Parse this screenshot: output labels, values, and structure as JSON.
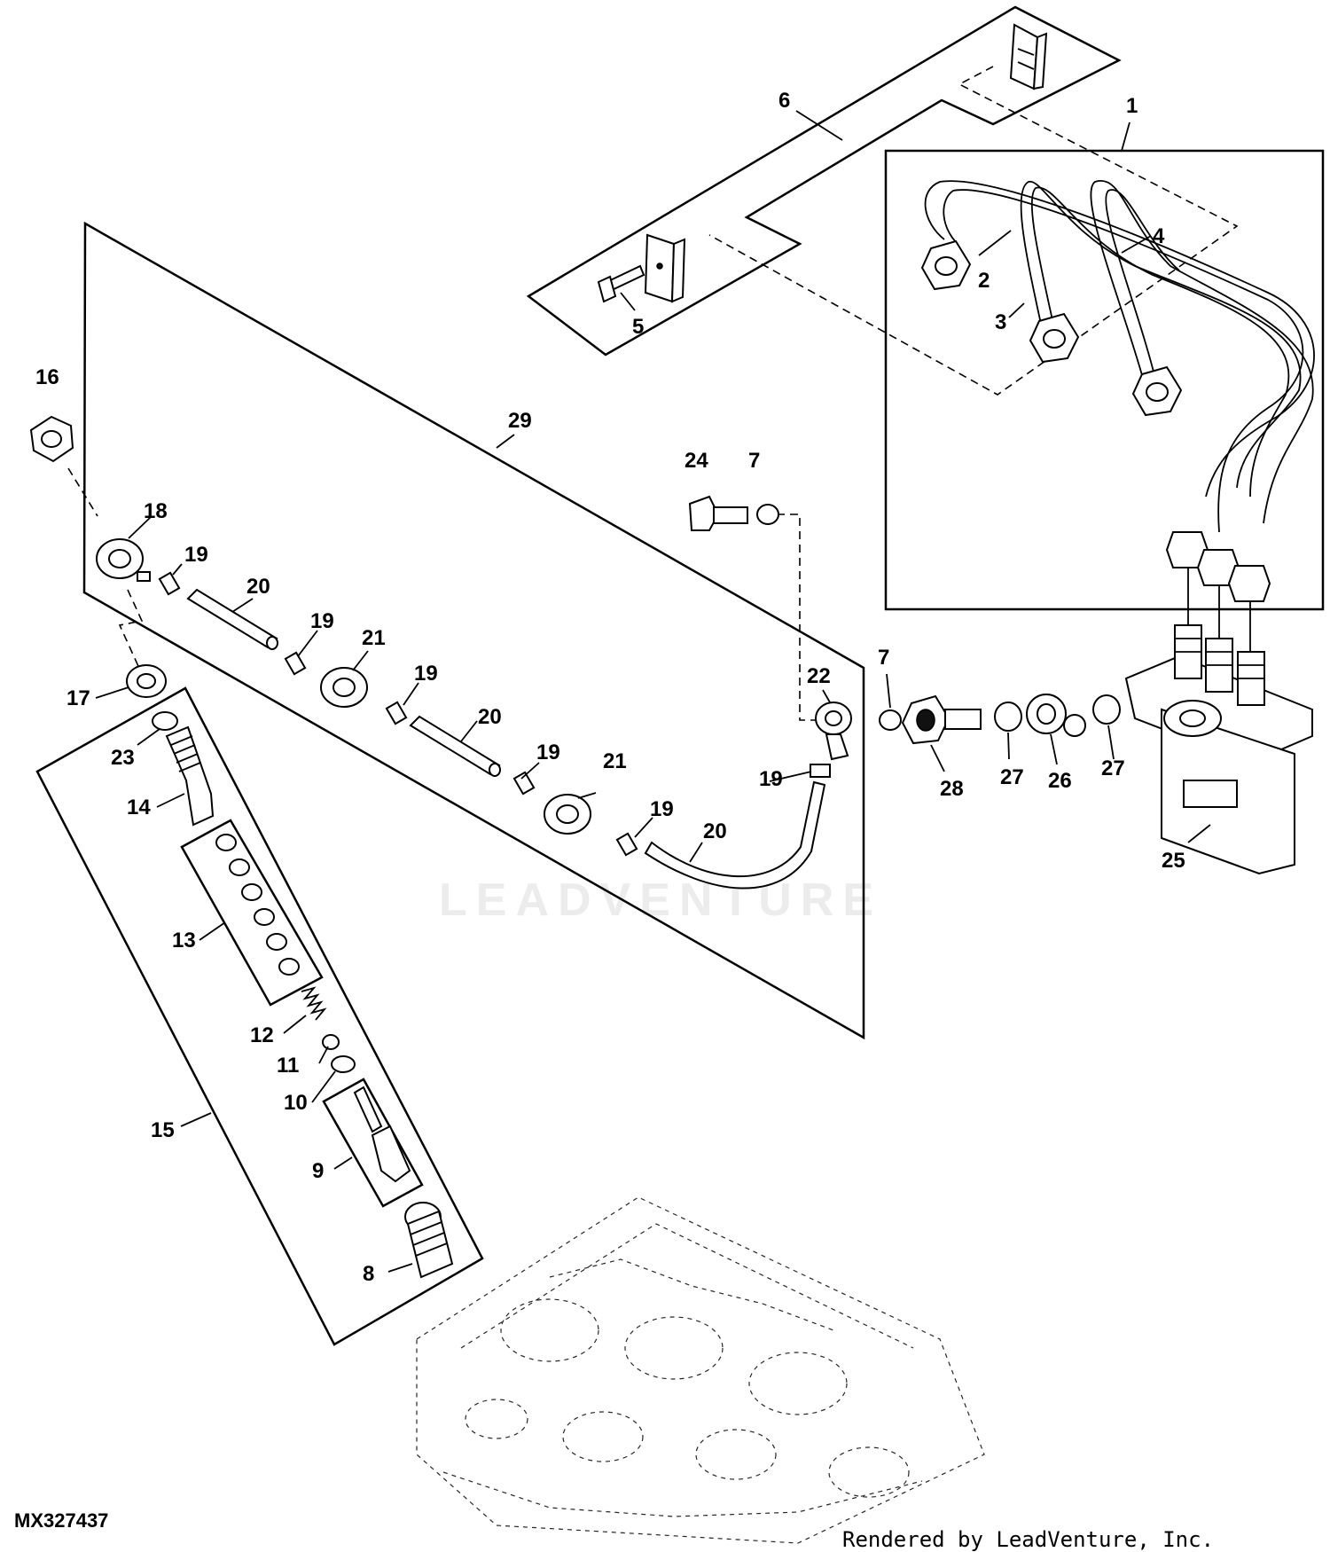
{
  "figure_id": "MX327437",
  "render_credit": "Rendered by LeadVenture, Inc.",
  "watermark_text": "LEADVENTURE",
  "callouts": {
    "c1": "1",
    "c2": "2",
    "c3": "3",
    "c4": "4",
    "c5": "5",
    "c6": "6",
    "c7a": "7",
    "c7b": "7",
    "c8": "8",
    "c9": "9",
    "c10": "10",
    "c11": "11",
    "c12": "12",
    "c13": "13",
    "c14": "14",
    "c15": "15",
    "c16": "16",
    "c17": "17",
    "c18": "18",
    "c19a": "19",
    "c19b": "19",
    "c19c": "19",
    "c19d": "19",
    "c19e": "19",
    "c19f": "19",
    "c20a": "20",
    "c20b": "20",
    "c20c": "20",
    "c21a": "21",
    "c21b": "21",
    "c22": "22",
    "c23": "23",
    "c24": "24",
    "c25": "25",
    "c26": "26",
    "c27a": "27",
    "c27b": "27",
    "c28": "28",
    "c29": "29"
  }
}
